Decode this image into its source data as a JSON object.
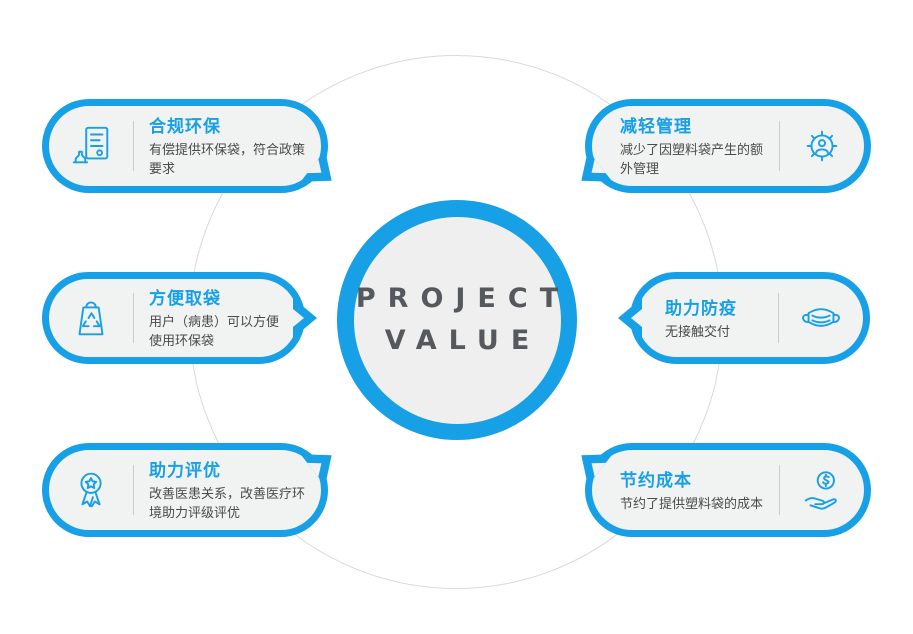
{
  "center": {
    "line1": "PROJECT",
    "line2": "VALUE"
  },
  "colors": {
    "accent": "#18A0E6",
    "card_bg": "#F1F2F2",
    "body_text": "#4A4A4A",
    "center_text": "#55585C"
  },
  "cards": [
    {
      "id": "compliance",
      "title": "合规环保",
      "body": "有偿提供环保袋，符合政策要求",
      "icon": "stamp-document-icon",
      "side": "left"
    },
    {
      "id": "easy-bag",
      "title": "方便取袋",
      "body": "用户（病患）可以方便使用环保袋",
      "icon": "recycle-bag-icon",
      "side": "left"
    },
    {
      "id": "evaluation",
      "title": "助力评优",
      "body": "改善医患关系，改善医疗环境助力评级评优",
      "icon": "medal-icon",
      "side": "left"
    },
    {
      "id": "management",
      "title": "减轻管理",
      "body": "减少了因塑料袋产生的额外管理",
      "icon": "gear-person-icon",
      "side": "right"
    },
    {
      "id": "epidemic",
      "title": "助力防疫",
      "body": "无接触交付",
      "icon": "face-mask-icon",
      "side": "right"
    },
    {
      "id": "cost",
      "title": "节约成本",
      "body": "节约了提供塑料袋的成本",
      "icon": "hand-coin-icon",
      "side": "right"
    }
  ]
}
